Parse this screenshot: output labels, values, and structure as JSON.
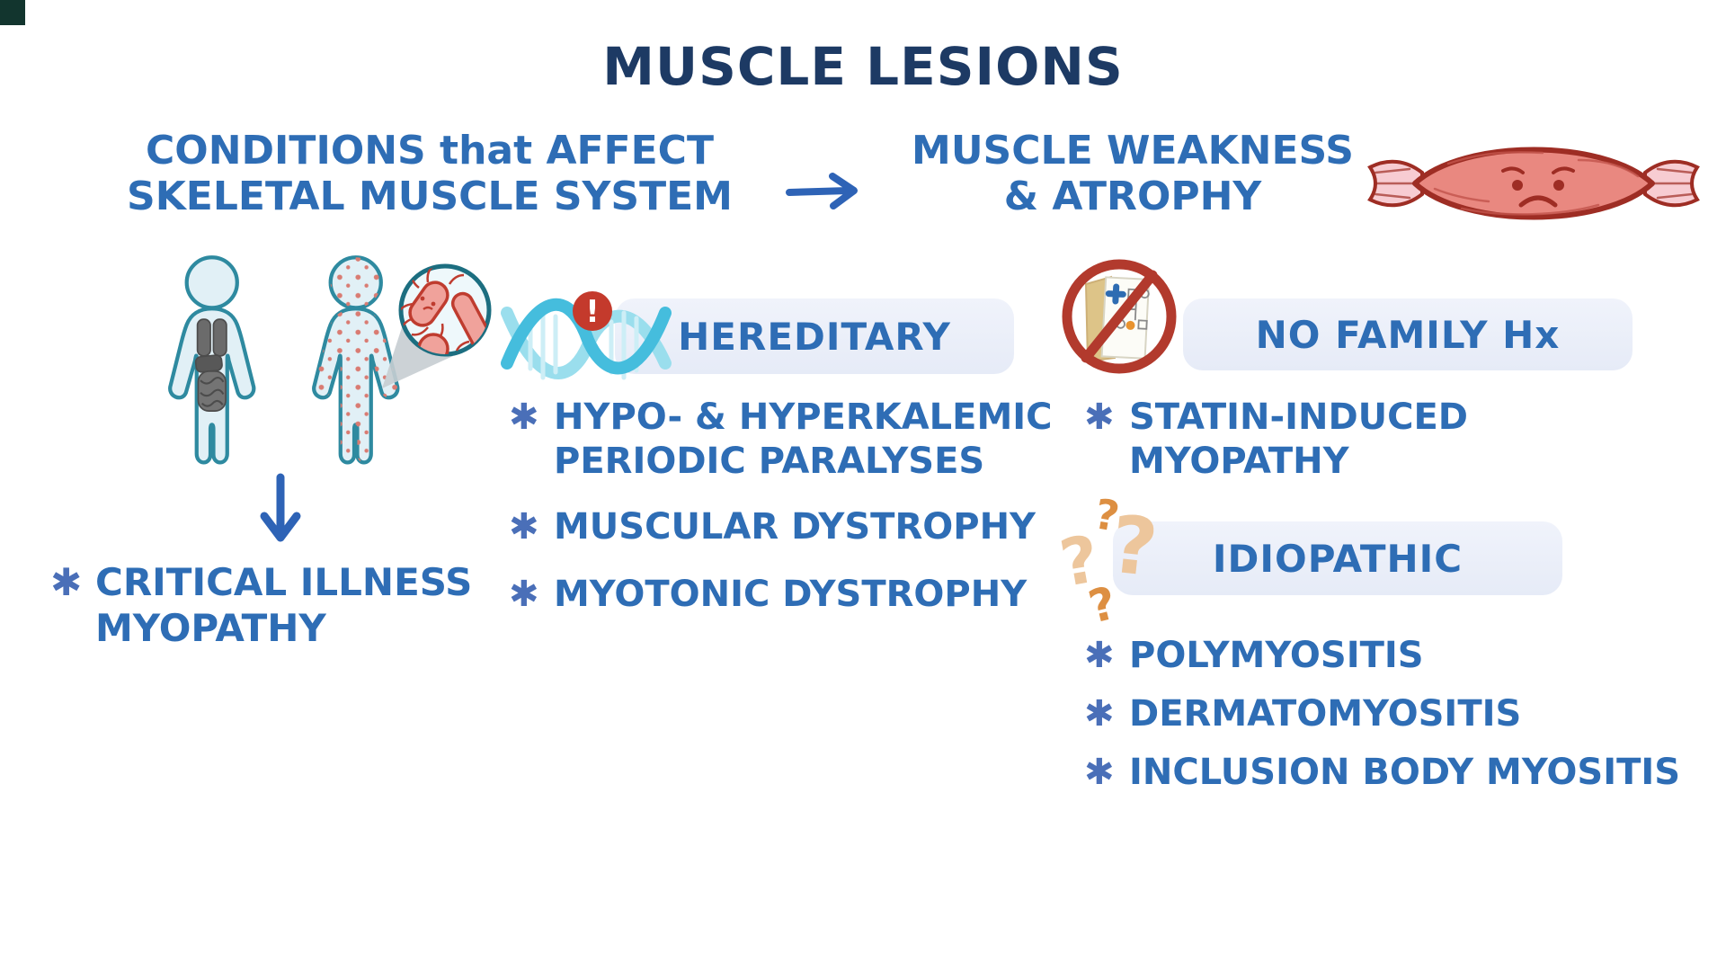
{
  "palette": {
    "navy": "#1d3a64",
    "blue": "#2e6db5",
    "bullet-blue": "#4a6fb8",
    "pill-bg": "#e6ebf7",
    "arrow-blue": "#2e63b6",
    "figure-fill": "#e1f0f6",
    "figure-stroke": "#2e8aa0",
    "organ-gray": "#6b6b6b",
    "organ-dark": "#4c4c4c",
    "dot-red": "#d97b72",
    "muscle-fill": "#e98880",
    "muscle-stroke": "#9e2d24",
    "tendon-pink": "#f7ccd2",
    "streak-red": "#c2544b",
    "dna-blue": "#45bddd",
    "dna-light": "#9adeed",
    "alert-red": "#c43a2c",
    "prohibit-red": "#b23a2d",
    "folder-beige": "#e9d6a4",
    "folder-edge": "#cdb077",
    "page-white": "#fcfcf7",
    "qmark-dark": "#dd8f42",
    "qmark-light": "#edc69c",
    "magnifier-stroke": "#1c6e80",
    "magnifier-fill": "#eef8fb",
    "bacteria-fill": "#f0a29b",
    "bacteria-stroke": "#bf3c2f",
    "corner": "#12352e"
  },
  "title": "MUSCLE LESIONS",
  "bullet": "✱",
  "flow": {
    "cause": {
      "line1": "CONDITIONS that AFFECT",
      "line2": "SKELETAL MUSCLE SYSTEM"
    },
    "effect": {
      "line1": "MUSCLE WEAKNESS",
      "line2": "& ATROPHY"
    }
  },
  "left_branch": {
    "items": [
      {
        "line1": "CRITICAL ILLNESS",
        "line2": "MYOPATHY"
      }
    ]
  },
  "sections": {
    "hereditary": {
      "label": "HEREDITARY",
      "icon": "dna-alert-icon",
      "items": [
        {
          "line1": "HYPO- & HYPERKALEMIC",
          "line2": "PERIODIC PARALYSES"
        },
        {
          "line1": "MUSCULAR DYSTROPHY"
        },
        {
          "line1": "MYOTONIC DYSTROPHY"
        }
      ]
    },
    "no_family_hx": {
      "label": "NO FAMILY Hx",
      "icon": "no-family-history-icon",
      "items": [
        {
          "line1": "STATIN-INDUCED",
          "line2": "MYOPATHY"
        }
      ]
    },
    "idiopathic": {
      "label": "IDIOPATHIC",
      "icon": "question-marks-icon",
      "items": [
        {
          "line1": "POLYMYOSITIS"
        },
        {
          "line1": "DERMATOMYOSITIS"
        },
        {
          "line1": "INCLUSION BODY MYOSITIS"
        }
      ]
    }
  }
}
